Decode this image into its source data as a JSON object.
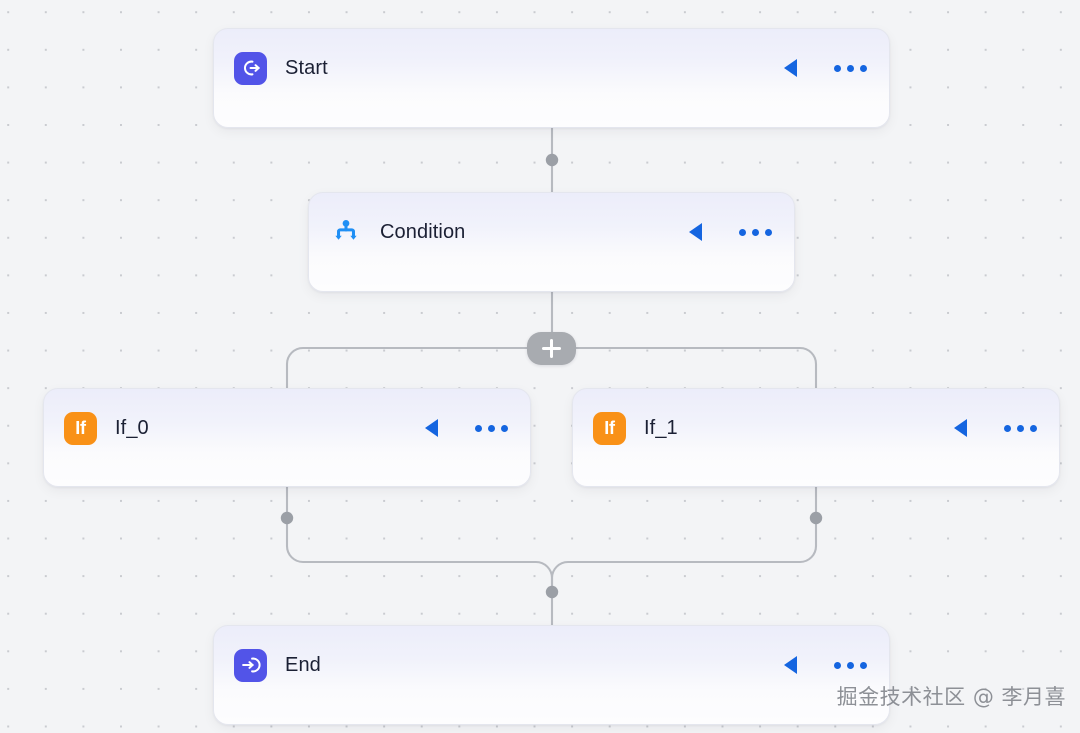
{
  "canvas": {
    "background_color": "#f3f4f6",
    "grid_dot_color": "#c9cbd0",
    "edge_color": "#b7bac0",
    "accent_blue": "#1565e0",
    "indigo": "#5254e8",
    "orange": "#f99117"
  },
  "nodes": [
    {
      "id": "start",
      "title": "Start",
      "icon": "start-circle-arrow-icon",
      "icon_style": "indigo",
      "collapse_label": "collapse-caret",
      "menu_label": "more-options"
    },
    {
      "id": "condition",
      "title": "Condition",
      "icon": "branch-split-icon",
      "icon_style": "plain",
      "collapse_label": "collapse-caret",
      "menu_label": "more-options"
    },
    {
      "id": "if_0",
      "title": "If_0",
      "icon": "if-badge-icon",
      "icon_badge_text": "If",
      "icon_style": "orange",
      "collapse_label": "collapse-caret",
      "menu_label": "more-options"
    },
    {
      "id": "if_1",
      "title": "If_1",
      "icon": "if-badge-icon",
      "icon_badge_text": "If",
      "icon_style": "orange",
      "collapse_label": "collapse-caret",
      "menu_label": "more-options"
    },
    {
      "id": "end",
      "title": "End",
      "icon": "end-enter-arrow-icon",
      "icon_style": "indigo",
      "collapse_label": "collapse-caret",
      "menu_label": "more-options"
    }
  ],
  "add_node_button": {
    "label": "+",
    "name": "add-node-button"
  },
  "watermark": {
    "text": "掘金技术社区 @ 李月喜"
  }
}
